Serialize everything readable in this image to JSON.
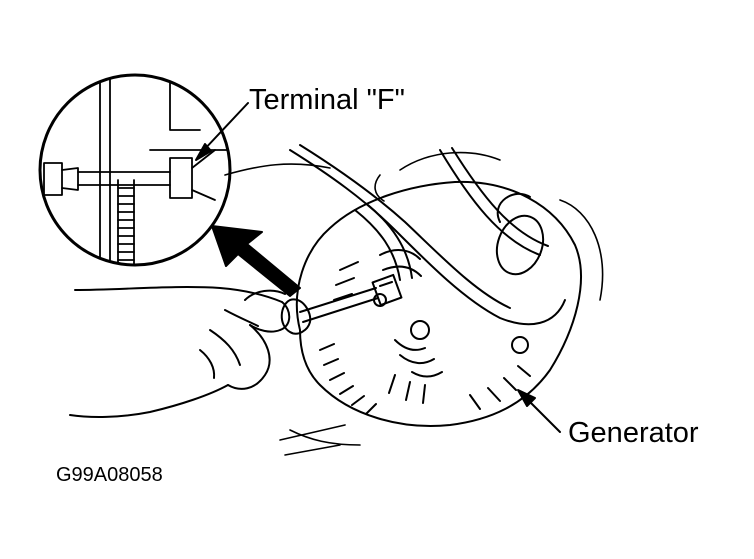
{
  "labels": {
    "terminal": "Terminal \"F\"",
    "generator": "Generator",
    "figure_id": "G99A08058"
  },
  "colors": {
    "ink": "#000000",
    "paper": "#ffffff"
  }
}
